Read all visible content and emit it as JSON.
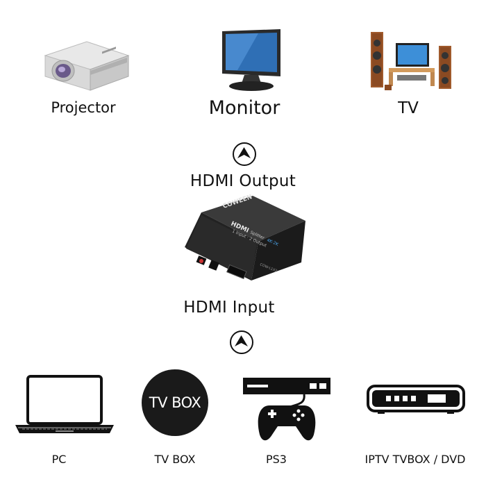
{
  "outputs": [
    {
      "label": "Projector",
      "icon": "projector-icon"
    },
    {
      "label": "Monitor",
      "icon": "monitor-icon"
    },
    {
      "label": "TV",
      "icon": "tv-home-theater-icon"
    }
  ],
  "center": {
    "output_label": "HDMI Output",
    "input_label": "HDMI Input",
    "device": {
      "brand": "COWEEN",
      "product_line1": "HDMI",
      "product_line2": "Splitter",
      "product_spec": "4K·2K",
      "product_sub": "1 Input · 2 Output",
      "model": "COW-L1X2"
    }
  },
  "inputs": [
    {
      "label": "PC",
      "icon": "laptop-icon"
    },
    {
      "label": "TV BOX",
      "icon": "tv-box-icon",
      "icon_text": "TV BOX"
    },
    {
      "label": "PS3",
      "icon": "ps3-console-icon"
    },
    {
      "label": "IPTV TVBOX / DVD",
      "icon": "iptv-dvd-icon"
    }
  ],
  "colors": {
    "accent_blue": "#2f6fb5",
    "device_body": "#2b2b2b"
  }
}
